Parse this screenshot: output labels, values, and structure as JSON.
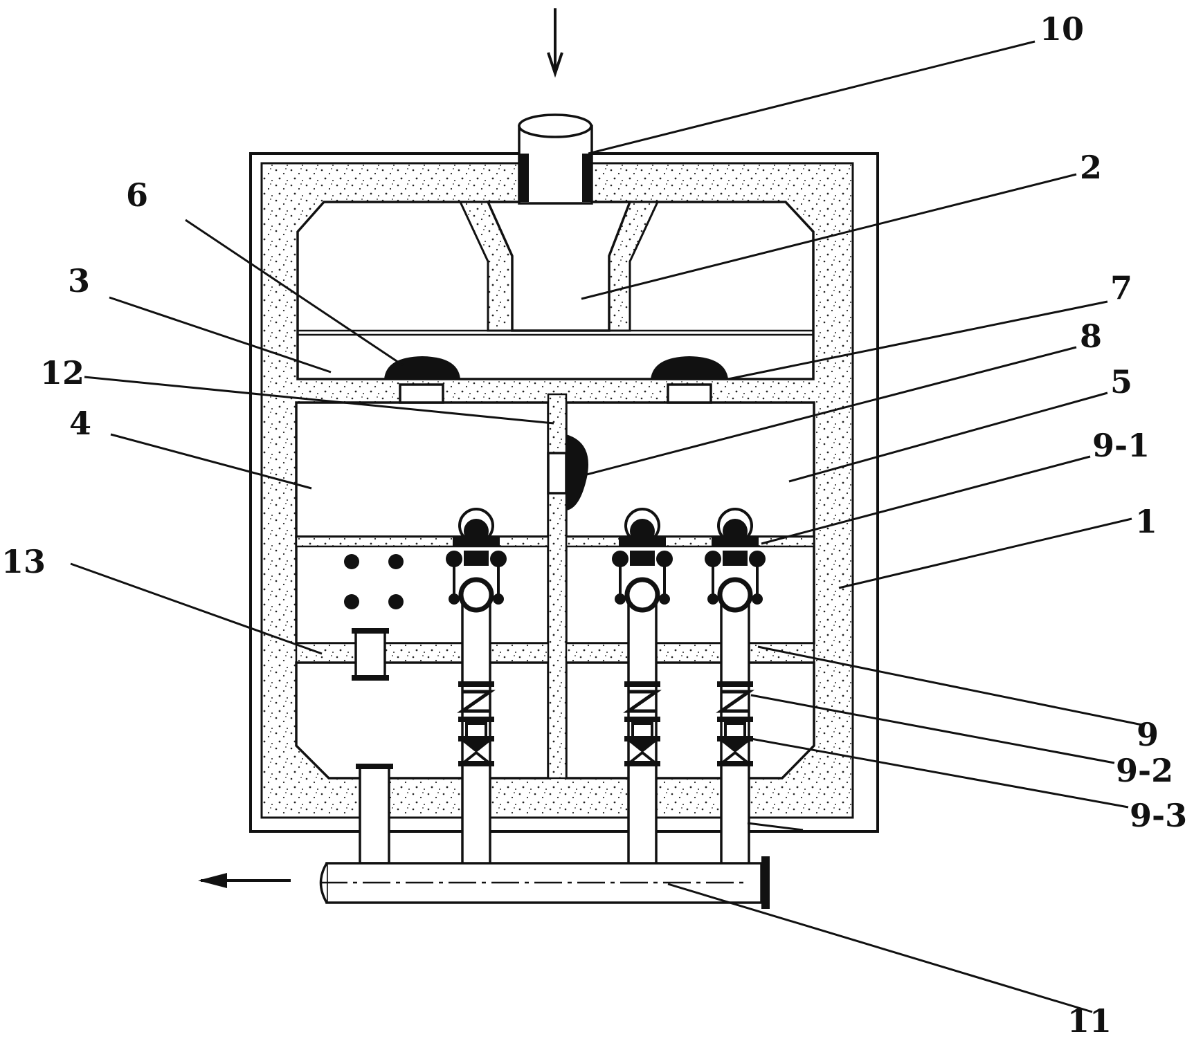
{
  "labels": {
    "l10": "10",
    "l2": "2",
    "l6": "6",
    "l3": "3",
    "l7": "7",
    "l8": "8",
    "l12": "12",
    "l4": "4",
    "l5": "5",
    "l9_1": "9-1",
    "l1": "1",
    "l13": "13",
    "l9": "9",
    "l9_2": "9-2",
    "l9_3": "9-3",
    "l11": "11"
  },
  "colors": {
    "line": "#111111",
    "background": "#ffffff",
    "fill_material": "speckled concrete"
  },
  "arrows": {
    "inlet": "down-arrow-icon",
    "outlet": "left-arrow-icon"
  }
}
